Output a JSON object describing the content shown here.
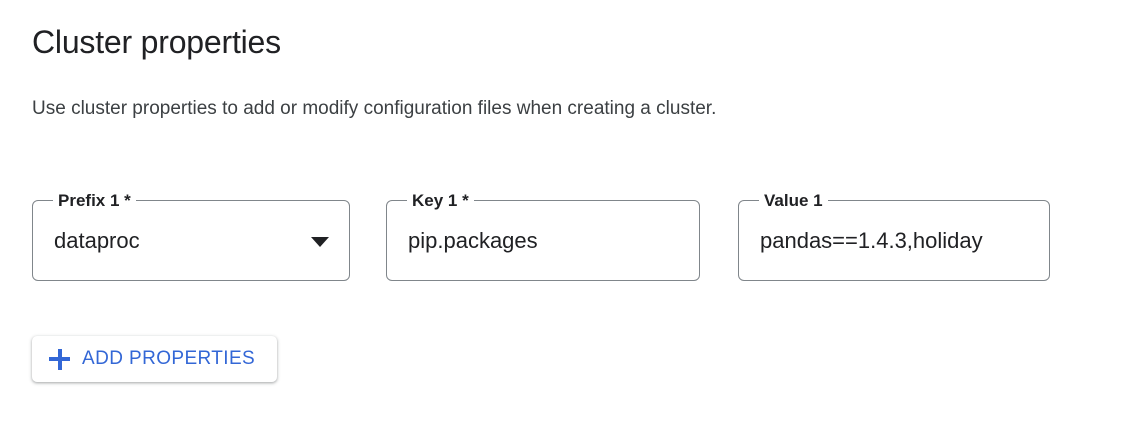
{
  "section": {
    "title": "Cluster properties",
    "description": "Use cluster properties to add or modify configuration files when creating a cluster."
  },
  "fields": [
    {
      "name": "prefix-1",
      "label": "Prefix 1 *",
      "value": "dataproc",
      "type": "select",
      "required": true,
      "icon": "chevron-down-icon"
    },
    {
      "name": "key-1",
      "label": "Key 1 *",
      "value": "pip.packages",
      "type": "text",
      "required": true
    },
    {
      "name": "value-1",
      "label": "Value 1",
      "value": "pandas==1.4.3,holiday",
      "type": "text",
      "required": false
    }
  ],
  "add_button": {
    "label": "ADD PROPERTIES",
    "icon": "plus-icon"
  },
  "colors": {
    "accent": "#3367d6",
    "text_primary": "#202124",
    "text_secondary": "#3c4043",
    "field_border": "#80868b",
    "background": "#ffffff"
  }
}
